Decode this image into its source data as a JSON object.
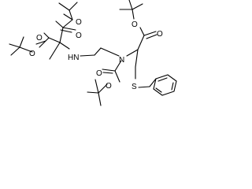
{
  "molecule": {
    "atoms": {
      "o1": "O",
      "o2": "O",
      "o3": "O",
      "o4": "O",
      "o5": "O",
      "o6": "O",
      "o7": "O",
      "o8": "O",
      "hn": "HN",
      "n": "N",
      "s": "S"
    }
  },
  "colors": {
    "bond": "#000000",
    "label": "#000000",
    "background": "#ffffff"
  }
}
